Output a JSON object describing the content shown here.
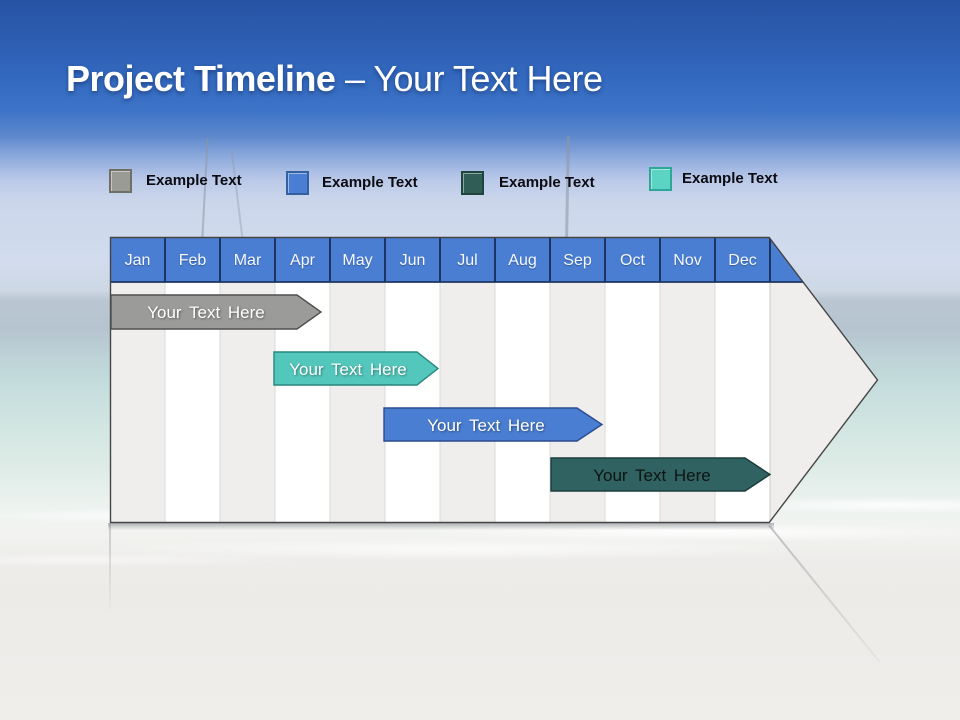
{
  "slide": {
    "title_bold": "Project Timeline",
    "title_light": "– Your Text Here"
  },
  "legend": {
    "items": [
      {
        "label": "Example Text",
        "color": "#9b9b96",
        "border_color": "#6f6f68"
      },
      {
        "label": "Example Text",
        "color": "#4a7ed2",
        "border_color": "#33609f"
      },
      {
        "label": "Example Text",
        "color": "#305e57",
        "border_color": "#1e443f"
      },
      {
        "label": "Example Text",
        "color": "#5dd3c4",
        "border_color": "#2da797"
      }
    ]
  },
  "timeline": {
    "months": [
      "Jan",
      "Feb",
      "Mar",
      "Apr",
      "May",
      "Jun",
      "Jul",
      "Aug",
      "Sep",
      "Oct",
      "Nov",
      "Dec"
    ],
    "header_color": "#4a7ed2",
    "bars": [
      {
        "label": "Your Text Here",
        "color": "#9b9b99",
        "border_color": "#4f4f4f",
        "text_color": "#ffffff"
      },
      {
        "label": "Your Text Here",
        "color": "#54c7bc",
        "border_color": "#27867d",
        "text_color": "#ffffff"
      },
      {
        "label": "Your Text Here",
        "color": "#4a7ed2",
        "border_color": "#2a4d8f",
        "text_color": "#ffffff"
      },
      {
        "label": "Your Text Here",
        "color": "#2f6261",
        "border_color": "#1b3c3c",
        "text_color": "#0d1413"
      }
    ]
  },
  "chart_data": {
    "type": "bar",
    "subtype": "gantt-timeline",
    "title": "Project Timeline – Your Text Here",
    "categories": [
      "Jan",
      "Feb",
      "Mar",
      "Apr",
      "May",
      "Jun",
      "Jul",
      "Aug",
      "Sep",
      "Oct",
      "Nov",
      "Dec"
    ],
    "legend_position": "top",
    "legend": [
      "Example Text",
      "Example Text",
      "Example Text",
      "Example Text"
    ],
    "bars": [
      {
        "label": "Your Text Here",
        "color": "gray",
        "start_month": "Jan",
        "end_month": "Apr",
        "start_index": 0.0,
        "end_index": 3.8,
        "row": 1
      },
      {
        "label": "Your Text Here",
        "color": "turquoise",
        "start_month": "Apr",
        "end_month": "Jun",
        "start_index": 3.0,
        "end_index": 5.9,
        "row": 2
      },
      {
        "label": "Your Text Here",
        "color": "blue",
        "start_month": "Jun",
        "end_month": "Oct",
        "start_index": 5.0,
        "end_index": 8.9,
        "row": 3
      },
      {
        "label": "Your Text Here",
        "color": "dark-teal",
        "start_month": "Sep",
        "end_month": "Dec",
        "start_index": 8.0,
        "end_index": 12.0,
        "row": 4
      }
    ]
  }
}
